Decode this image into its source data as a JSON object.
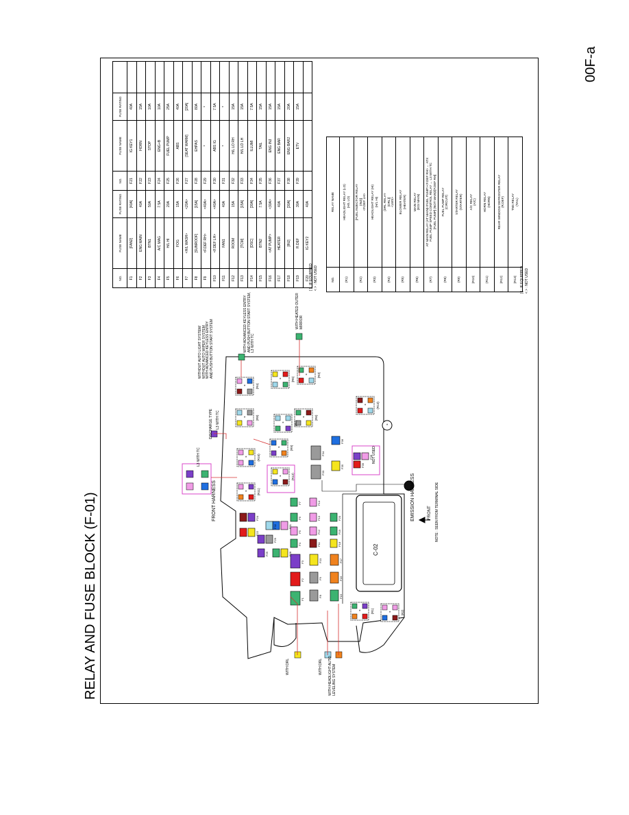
{
  "title": "RELAY AND FUSE BLOCK (F-01)",
  "page_code": "00F-a",
  "fuse_table": {
    "headers": [
      "NO.",
      "FUSE NAME",
      "FUSE RATING",
      "NO.",
      "FUSE NAME",
      "FUSE RATING"
    ],
    "rows": [
      [
        "F1",
        "[FAN2]",
        "[40A]",
        "F21",
        "IG KEY1",
        "40A"
      ],
      [
        "F2",
        "ENG MAIN",
        "40A",
        "F22",
        "HORN",
        "15A"
      ],
      [
        "F3",
        "BTN1",
        "50A",
        "F23",
        "STOP",
        "10A"
      ],
      [
        "F4",
        "A/C MAG",
        "7.5A",
        "F24",
        "ENG+B",
        "10A"
      ],
      [
        "F5",
        "H/L HI",
        "20A",
        "F25",
        "FUEL PUMP",
        "25A"
      ],
      [
        "F6",
        "FOG",
        "15A",
        "F26",
        "ABS",
        "40A"
      ],
      [
        "F7",
        "<H/L WASH>",
        "<20A>",
        "F27",
        "[SEAT WARM]",
        "[20A]"
      ],
      [
        "F8",
        "[SUNROOF]",
        "[15A]",
        "F28",
        "EHPAS",
        "80A"
      ],
      [
        "F9",
        "<F.DEF RH>",
        "<40A>",
        "F29",
        "*",
        "*"
      ],
      [
        "F10",
        "<F.DEF LH>",
        "<40A>",
        "F30",
        "ABS IG",
        "7.5A"
      ],
      [
        "F11",
        "FAN1",
        "40A",
        "F31",
        "*",
        "*"
      ],
      [
        "F12",
        "ROOM",
        "15A",
        "F32",
        "H/L LO RH",
        "15A"
      ],
      [
        "F13",
        "[TCM]",
        "[15A]",
        "F33",
        "H/L LO LH",
        "15A"
      ],
      [
        "F14",
        "[DSC]",
        "[30A]",
        "F34",
        "ILLUMI",
        "7.5A"
      ],
      [
        "F15",
        "BTN2",
        "7.5A",
        "F35",
        "TAIL",
        "15A"
      ],
      [
        "F16",
        "<AT PUMP>",
        "<30A>",
        "F36",
        "ENG INJ",
        "15A"
      ],
      [
        "F17",
        "HEATER",
        "40A",
        "F37",
        "ENG BAR",
        "15A"
      ],
      [
        "F18",
        "[INJ]",
        "[30A]",
        "F38",
        "ENG BAR2",
        "20A"
      ],
      [
        "F19",
        "R.DEF",
        "30A",
        "F39",
        "ETV",
        "15A"
      ],
      [
        "F20",
        "IG KEY2",
        "40A",
        "",
        "",
        ""
      ]
    ],
    "notes": [
      "[ ] : IF EQUIPPED",
      "< > : NOT USED"
    ]
  },
  "relay_table": {
    "headers": [
      "NO.",
      "RELAY NAME"
    ],
    "rows": [
      [
        "(R1)",
        "HEADLIGHT RELAY (LO)\n(H/L LO)"
      ],
      [
        "(R2)",
        "[FUEL INJECTOR RELAY\n(INJ)]\n<F.DEF LH>"
      ],
      [
        "(R3)",
        "HEADLIGHT RELAY (HI)\n(H/L HI)"
      ],
      [
        "(R4)",
        "[DRL RELAY\n(DRL)]\n<LWS>"
      ],
      [
        "(R5)",
        "BLOWER RELAY\n(HEATER)"
      ],
      [
        "(R6)",
        "MAIN RELAY\n(EGI MAIN)"
      ],
      [
        "(R7)",
        "AT MAIN RELAY (AT MAIN)<FUEL PUMP><F.DEF RH> ← ATX\nFUEL PUMP SPEED CONTROL RELAY ← L3 WITH TC\n[FUEL PUMP] (NOT MAIN)/[F.DEF RH]"
      ],
      [
        "(R8)",
        "FUEL PUMP RELAY\n(CIRCUIT)"
      ],
      [
        "(R9)",
        "STARTER RELAY\n(STARTER)"
      ],
      [
        "(R10)",
        "A/C RELAY\n(A/C)"
      ],
      [
        "(R11)",
        "HORN RELAY\n(HORN)"
      ],
      [
        "(R12)",
        "REAR WINDOW DEFROSTER RELAY\n(R.DEF)"
      ],
      [
        "(R13)",
        "TNS RELAY\n(TAIL)"
      ]
    ],
    "notes": [
      "[ ] : IF EQUIPPED",
      "< > : NOT USED"
    ]
  },
  "diagram": {
    "labels": {
      "front_harness": "FRONT HARNESS",
      "emission_harness": "EMISSION HARNESS",
      "front": "FRONT",
      "note": "NOTE : SEEN FROM TERMINAL SIDE",
      "connector": "C-02",
      "l3_with_tc": "L3 WITH TC",
      "l3_with_tc2": "L3 WITH TC",
      "discharge_type": "DISCHARGE TYPE",
      "without_auto": "WITHOUT AUTO LIGHT SYSTEM/\nWITHOUT AUTO WIPER SYSTEM\nWITH ADVANCED KEYLESS ENTRY\nAND PUSH BUTTON START SYSTEM",
      "with_advanced": "WITH ADVANCED KEYLESS ENTRY\nAND PUSH BUTTON START SYSTEM,\nL3 WITH TC",
      "heated_mirror": "WITH HEATED OUTER\nMIRROR",
      "with_drl": "WITH DRL",
      "with_drl2": "WITH DRL",
      "headlight_leveling": "WITH HEADLIGHT AUTO\nLEVELING SYSTEM",
      "not_used": "NOT USED",
      "star": "*"
    },
    "relay_labels": [
      "(R1)",
      "(R2)",
      "(R3)",
      "(R4)",
      "(R5)",
      "(R6)",
      "(R7)",
      "(R8)",
      "(R9)",
      "(R10)",
      "(R11)",
      "(R12)",
      "(R13)"
    ],
    "fuse_labels": [
      "F1",
      "F2",
      "F3",
      "F4",
      "F5",
      "F6",
      "F7",
      "F8",
      "F9",
      "F10",
      "F11",
      "F12",
      "F13",
      "F14",
      "F15",
      "F16",
      "F17",
      "F18",
      "F19",
      "F20",
      "F21",
      "F22",
      "F23",
      "F24",
      "F25",
      "F26",
      "F27",
      "F28",
      "F29",
      "F30",
      "F31",
      "F32",
      "F33",
      "F34",
      "F35",
      "F36",
      "F37",
      "F38",
      "F39"
    ],
    "colors": {
      "green": "#3cb371",
      "yellow": "#f5e51e",
      "orange": "#f0821e",
      "purple": "#7b3fc8",
      "pink": "#f09ce6",
      "red": "#e21b1b",
      "blue": "#1f6fe0",
      "lightblue": "#9fd8ea",
      "darkred": "#8b1a1a",
      "gray": "#9a9a9a",
      "black": "#111111",
      "magenta": "#d946c8",
      "lightgreen": "#9be08f",
      "white": "#ffffff",
      "wire_red": "#d63030"
    }
  }
}
